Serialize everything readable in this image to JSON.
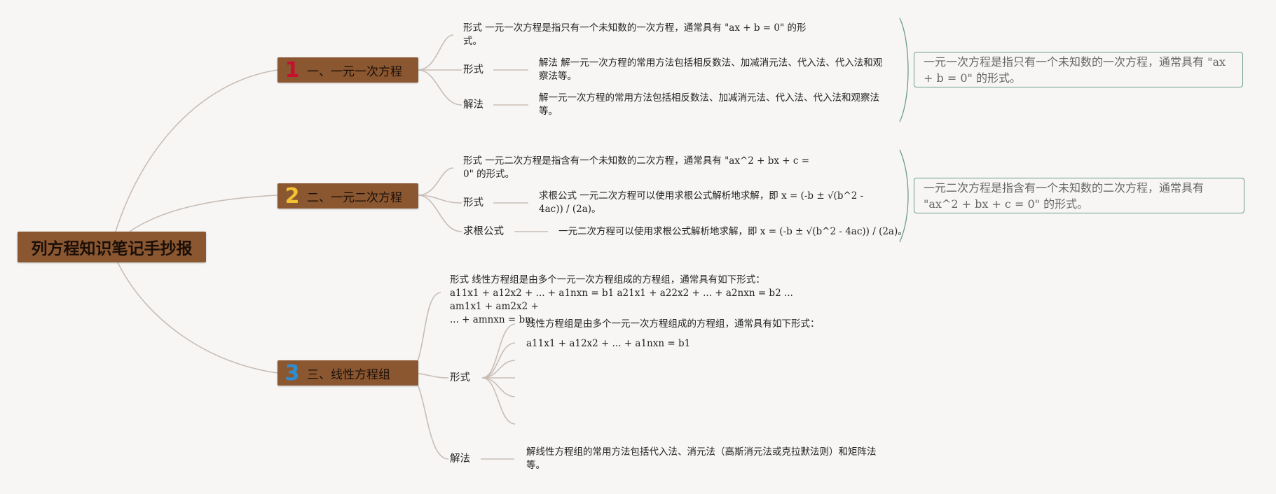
{
  "title": "列方程知识笔记手抄报",
  "colors": {
    "topic_bg": "#8b5731",
    "connector": "#c9bdb6",
    "summary_border": "#6b9c8d",
    "num1": "#c8102e",
    "num2": "#f2c230",
    "num3": "#2b8fd6"
  },
  "topics": [
    {
      "num": "1",
      "title": "一、一元一次方程",
      "detail": "形式 一元一次方程是指只有一个未知数的一次方程，通常具有 \"ax + b = 0\" 的形式。",
      "branches": [
        {
          "label": "形式",
          "text": "解法 解一元一次方程的常用方法包括相反数法、加减消元法、代入法、代入法和观察法等。"
        },
        {
          "label": "解法",
          "text": "解一元一次方程的常用方法包括相反数法、加减消元法、代入法、代入法和观察法等。"
        }
      ],
      "summary": "一元一次方程是指只有一个未知数的一次方程，通常具有 \"ax + b = 0\" 的形式。"
    },
    {
      "num": "2",
      "title": "二、一元二次方程",
      "detail": "形式 一元二次方程是指含有一个未知数的二次方程，通常具有 \"ax^2 + bx + c = 0\" 的形式。",
      "branches": [
        {
          "label": "形式",
          "text": "求根公式 一元二次方程可以使用求根公式解析地求解，即 x = (-b ± √(b^2 - 4ac)) / (2a)。"
        },
        {
          "label": "求根公式",
          "text": "一元二次方程可以使用求根公式解析地求解，即 x = (-b ± √(b^2 - 4ac)) / (2a)。"
        }
      ],
      "summary": "一元二次方程是指含有一个未知数的二次方程，通常具有 \"ax^2 + bx + c = 0\" 的形式。"
    },
    {
      "num": "3",
      "title": "三、线性方程组",
      "detail_line1": "形式 线性方程组是由多个一元一次方程组成的方程组，通常具有如下形式：",
      "detail_line2": "a11x1 + a12x2 + ... + a1nxn = b1 a21x1 + a22x2 + ... + a2nxn = b2 ... am1x1 + am2x2 +",
      "detail_line3": "... + amnxn = bm",
      "branches": [
        {
          "label": "形式",
          "children": [
            "线性方程组是由多个一元一次方程组成的方程组，通常具有如下形式：",
            "a11x1 + a12x2 + ... + a1nxn = b1"
          ]
        },
        {
          "label": "解法",
          "text": "解线性方程组的常用方法包括代入法、消元法（高斯消元法或克拉默法则）和矩阵法等。"
        }
      ]
    }
  ]
}
